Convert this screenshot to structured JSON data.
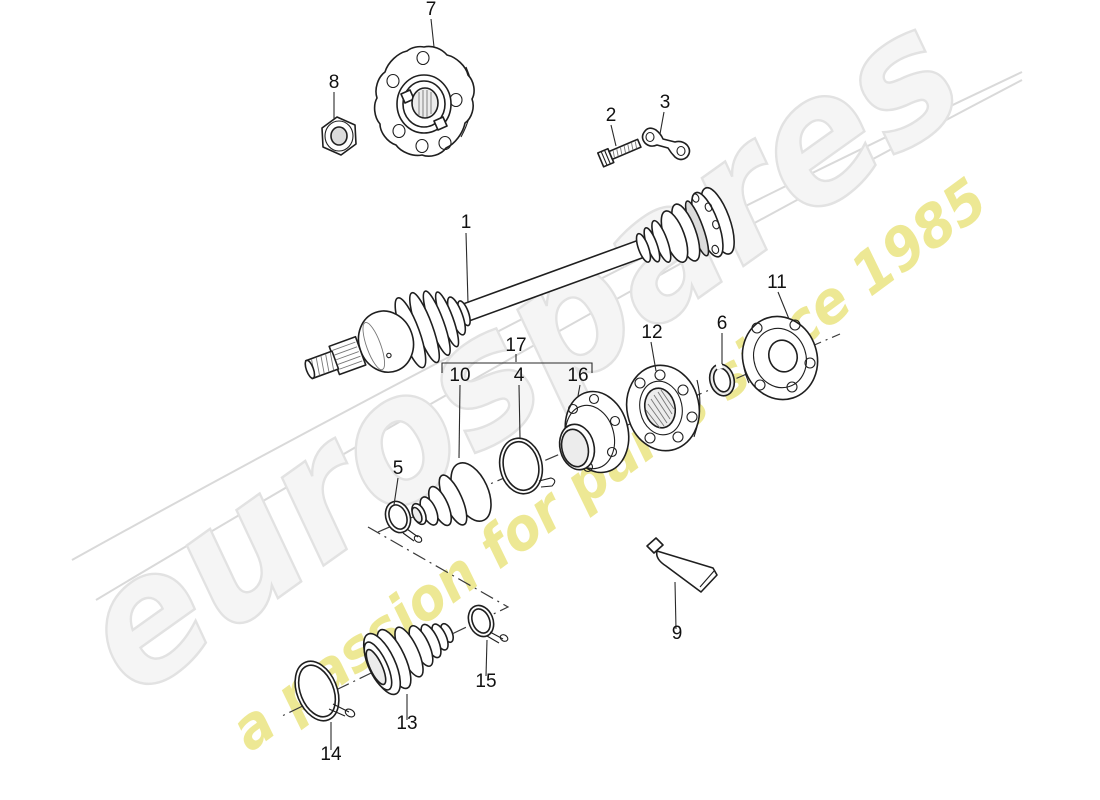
{
  "watermark": {
    "brand": "eurospares",
    "tagline": "a passion for parts since 1985",
    "brand_fill": "#f5f5f5",
    "brand_outline": "#e2e2e2",
    "tagline_color": "#ece689"
  },
  "diagram": {
    "background": "#ffffff",
    "line_color": "#1f1f1f",
    "labels": {
      "1": "1",
      "2": "2",
      "3": "3",
      "4": "4",
      "5": "5",
      "6": "6",
      "7": "7",
      "8": "8",
      "9": "9",
      "10": "10",
      "11": "11",
      "12": "12",
      "13": "13",
      "14": "14",
      "15": "15",
      "16": "16",
      "17": "17"
    }
  }
}
